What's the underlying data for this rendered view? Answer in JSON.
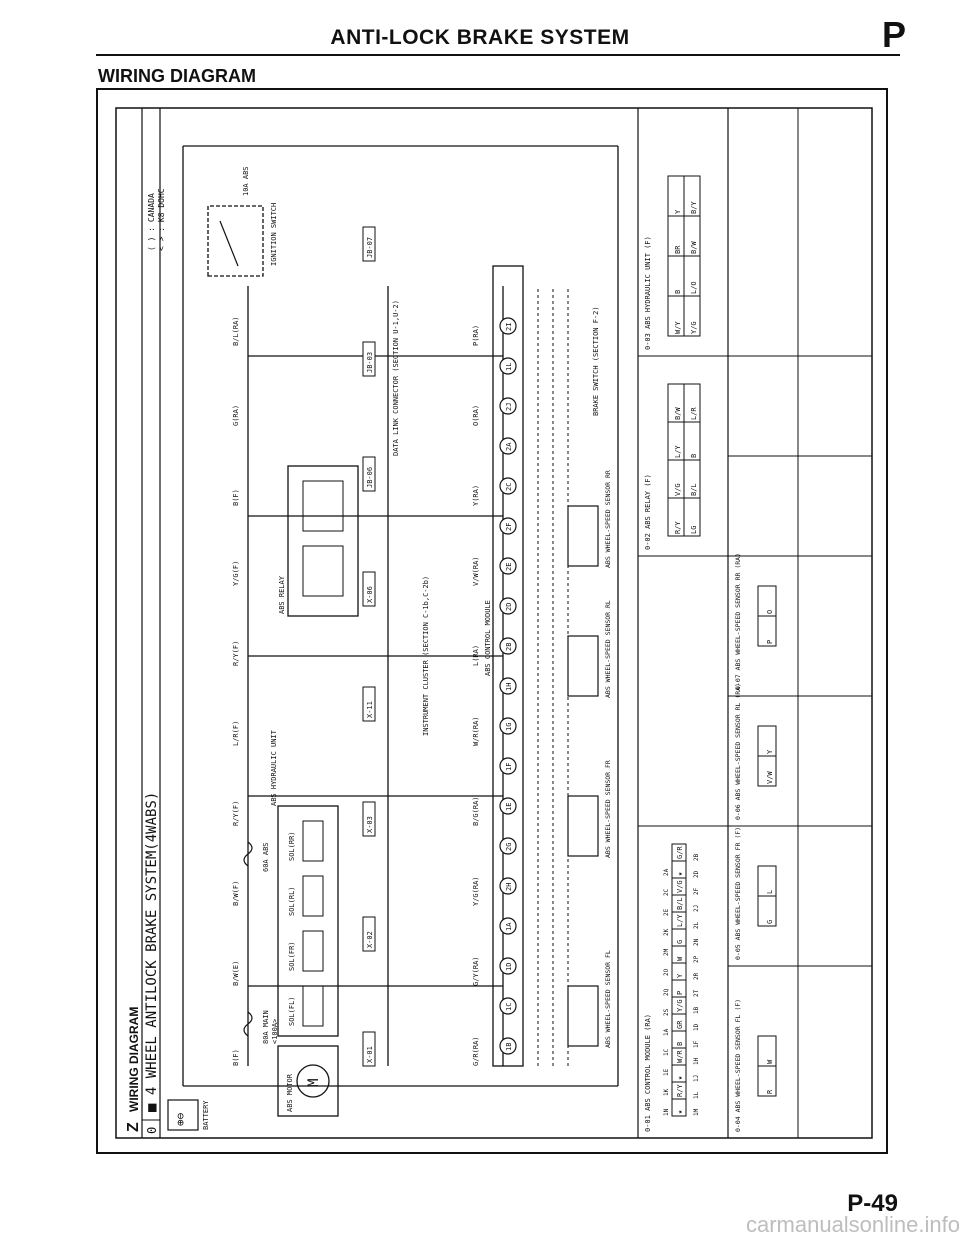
{
  "header": {
    "title": "ANTI-LOCK BRAKE SYSTEM",
    "letter": "P"
  },
  "section_title": "WIRING DIAGRAM",
  "diagram": {
    "corner_letter": "Z",
    "heading_small": "WIRING DIAGRAM",
    "row_index": "0",
    "system_title": "■ 4 WHEEL ANTILOCK BRAKE SYSTEM(4WABS)",
    "note_canada": "( ) : CANADA",
    "note_engine": "< > : K8 DOHC",
    "battery": "BATTERY",
    "main_fuse": "80A MAIN",
    "main_fuse_alt": "<100A>",
    "abs_fuse": "60A ABS",
    "ignition_switch": "IGNITION SWITCH",
    "ign_fuse": "10A ABS",
    "abs_motor": "ABS MOTOR",
    "abs_relay": "ABS RELAY",
    "hydraulic_unit": "ABS HYDRAULIC UNIT",
    "instrument_cluster": "INSTRUMENT CLUSTER (SECTION C-1b,C-2b)",
    "data_link": "DATA LINK CONNECTOR (SECTION U-1,U-2)",
    "brake_switch": "BRAKE SWITCH (SECTION F-2)",
    "control_module": "ABS CONTROL MODULE",
    "sensor_fl": "ABS WHEEL-SPEED SENSOR FL",
    "sensor_fr": "ABS WHEEL-SPEED SENSOR FR",
    "sensor_rl": "ABS WHEEL-SPEED SENSOR RL",
    "sensor_rr": "ABS WHEEL-SPEED SENSOR RR",
    "solenoids": [
      "SOL(FL)",
      "SOL(FR)",
      "SOL(RL)",
      "SOL(RR)"
    ],
    "connector_labels": [
      "0-01 ABS CONTROL MODULE (RA)",
      "0-02 ABS RELAY (F)",
      "0-03 ABS HYDRAULIC UNIT (F)",
      "0-04 ABS WHEEL-SPEED SENSOR FL (F)",
      "0-05 ABS WHEEL-SPEED SENSOR FR (F)",
      "0-06 ABS WHEEL-SPEED SENSOR RL (RA)",
      "0-07 ABS WHEEL-SPEED SENSOR RR (RA)"
    ],
    "wire_labels": [
      "B(F)",
      "B/W(E)",
      "B/W(F)",
      "R/Y(F)",
      "L/R(F)",
      "R/Y(F)",
      "Y/G(F)",
      "B(F)",
      "G(RA)",
      "B/L(RA)",
      "G/R(RA)",
      "G/Y(RA)",
      "Y/G(RA)",
      "B/G(RA)",
      "W/R(RA)",
      "L(RA)",
      "V/W(RA)",
      "Y(RA)",
      "O(RA)",
      "P(RA)"
    ],
    "terminal_ids": [
      "1B",
      "1C",
      "1D",
      "1A",
      "2H",
      "2G",
      "1E",
      "1F",
      "1G",
      "1H",
      "2B",
      "2D",
      "2E",
      "2F",
      "2C",
      "2A",
      "2J",
      "1L",
      "2I"
    ],
    "term_top": [
      "1N",
      "1K",
      "1E",
      "1C",
      "1A",
      "2S",
      "2Q",
      "2O",
      "2M",
      "2K",
      "2E",
      "2C",
      "2A"
    ],
    "term_bottom": [
      "1M",
      "1L",
      "1J",
      "1H",
      "1F",
      "1D",
      "1B",
      "2T",
      "2R",
      "2P",
      "2N",
      "2L",
      "2J",
      "2F",
      "2D",
      "2B"
    ],
    "conn_01_wires": [
      "★",
      "R/Y",
      "★",
      "W/R",
      "B",
      "GR",
      "Y/G",
      "P",
      "Y",
      "W",
      "G",
      "L/Y",
      "B/L",
      "V/G",
      "★",
      "G/R"
    ],
    "conn_02_wires": [
      "R/Y",
      "V/G",
      "L/Y",
      "B/W",
      "LG",
      "B/L",
      "B",
      "L/R"
    ],
    "conn_03_wires": [
      "W/Y",
      "B",
      "BR",
      "Y",
      "Y/G",
      "L/O",
      "B/W",
      "B/Y"
    ],
    "conn_04_wires": [
      "R",
      "W"
    ],
    "conn_05_wires": [
      "G",
      "L"
    ],
    "conn_06_wires": [
      "V/W",
      "Y"
    ],
    "conn_07_wires": [
      "P",
      "O"
    ],
    "junction_tags": [
      "X-01",
      "X-02",
      "X-03",
      "X-11",
      "X-06",
      "JB-06",
      "JB-03",
      "JB-07"
    ]
  },
  "footer": {
    "page": "P-49",
    "watermark": "carmanualsonline.info"
  },
  "colors": {
    "ink": "#111111",
    "paper": "#ffffff",
    "hatch": "#333333",
    "watermark": "#bdbdbd"
  }
}
